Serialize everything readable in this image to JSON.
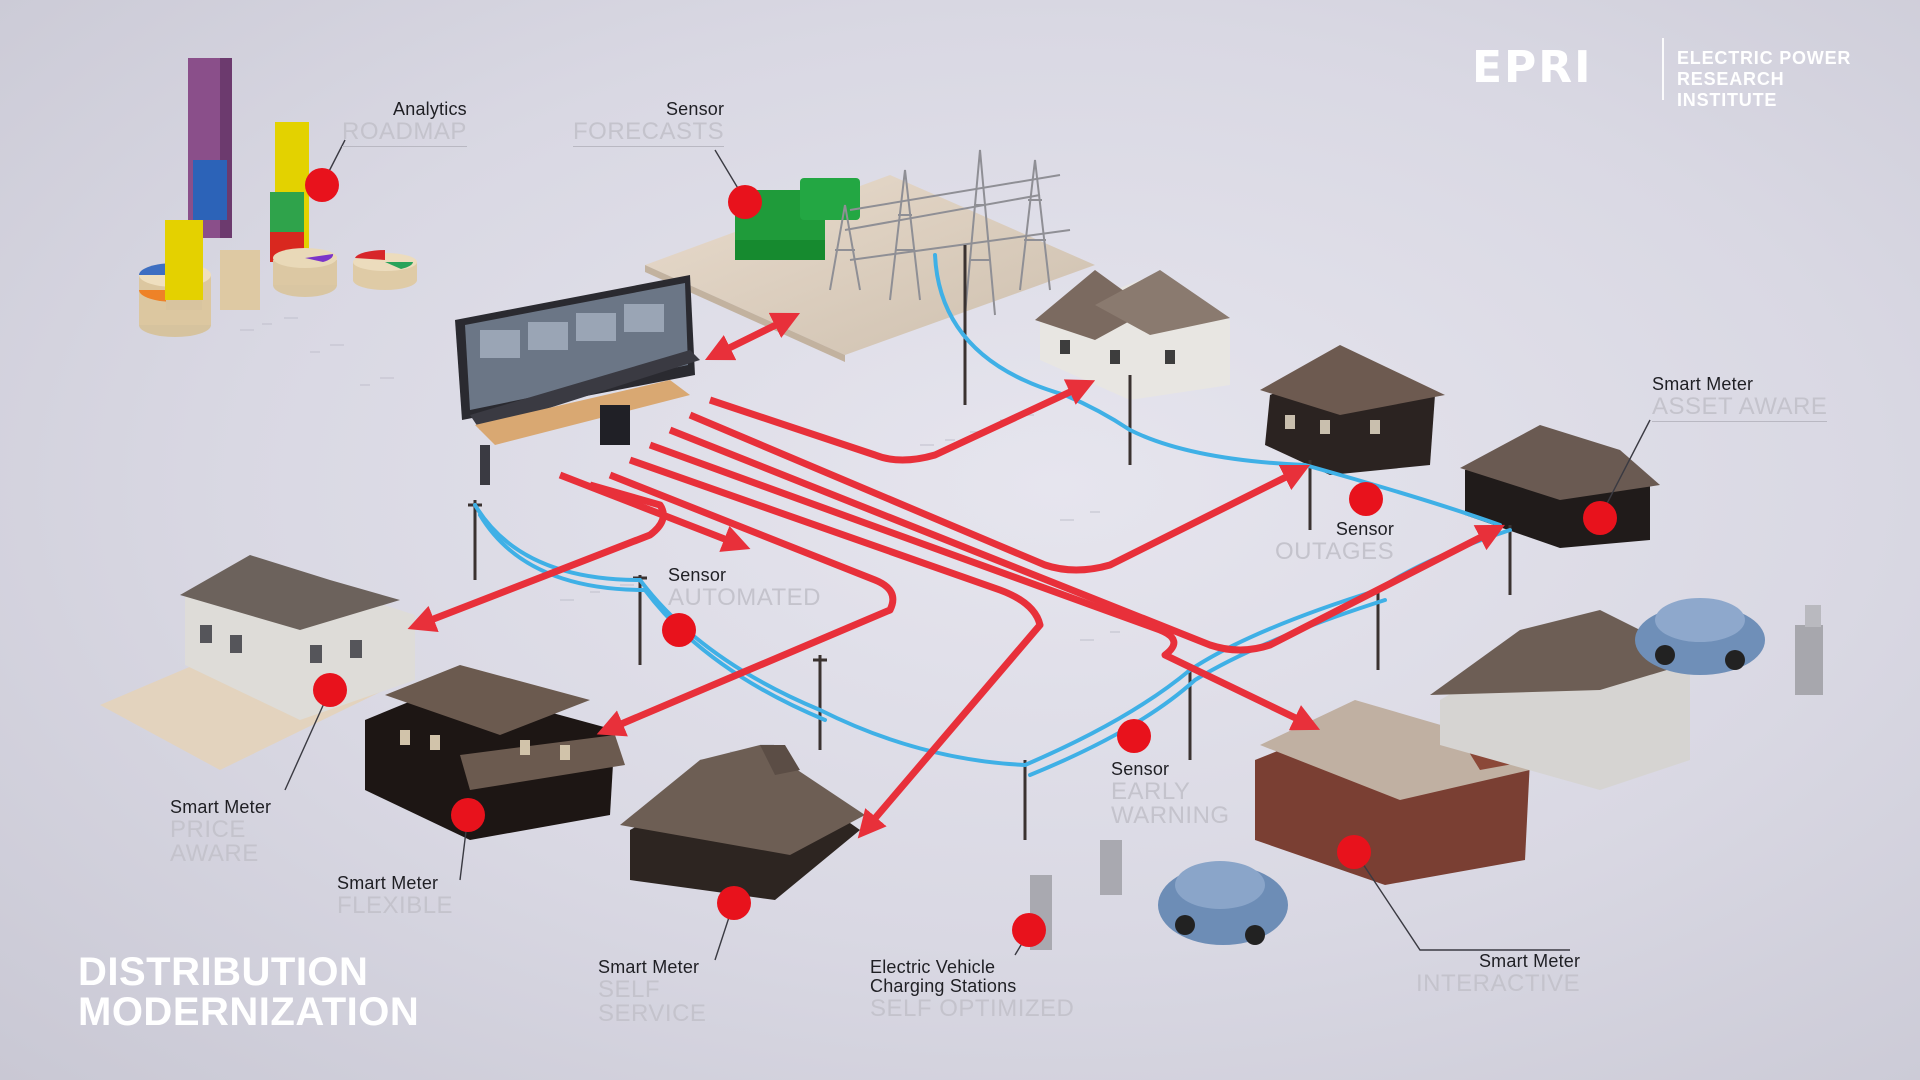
{
  "title": {
    "line1": "DISTRIBUTION",
    "line2": "MODERNIZATION"
  },
  "logo": {
    "mark": "EPRI",
    "name_line1": "ELECTRIC POWER",
    "name_line2": "RESEARCH INSTITUTE"
  },
  "callouts": {
    "analytics": {
      "kicker": "Analytics",
      "tag": "ROADMAP"
    },
    "forecasts": {
      "kicker": "Sensor",
      "tag": "FORECASTS"
    },
    "asset_aware": {
      "kicker": "Smart Meter",
      "tag": "ASSET AWARE"
    },
    "outages": {
      "kicker": "Sensor",
      "tag": "OUTAGES"
    },
    "automated": {
      "kicker": "Sensor",
      "tag": "AUTOMATED"
    },
    "early_warning": {
      "kicker": "Sensor",
      "tag_line1": "EARLY",
      "tag_line2": "WARNING"
    },
    "price_aware": {
      "kicker": "Smart Meter",
      "tag_line1": "PRICE",
      "tag_line2": "AWARE"
    },
    "flexible": {
      "kicker": "Smart Meter",
      "tag": "FLEXIBLE"
    },
    "self_service": {
      "kicker": "Smart Meter",
      "tag_line1": "SELF",
      "tag_line2": "SERVICE"
    },
    "ev": {
      "kicker_line1": "Electric Vehicle",
      "kicker_line2": "Charging Stations",
      "tag": "SELF OPTIMIZED"
    },
    "interactive": {
      "kicker": "Smart Meter",
      "tag": "INTERACTIVE"
    }
  },
  "colors": {
    "power_flow": "#e8303a",
    "feeder_line": "#3fb0e6",
    "marker": "#e8121c",
    "background": "#dedde7"
  }
}
